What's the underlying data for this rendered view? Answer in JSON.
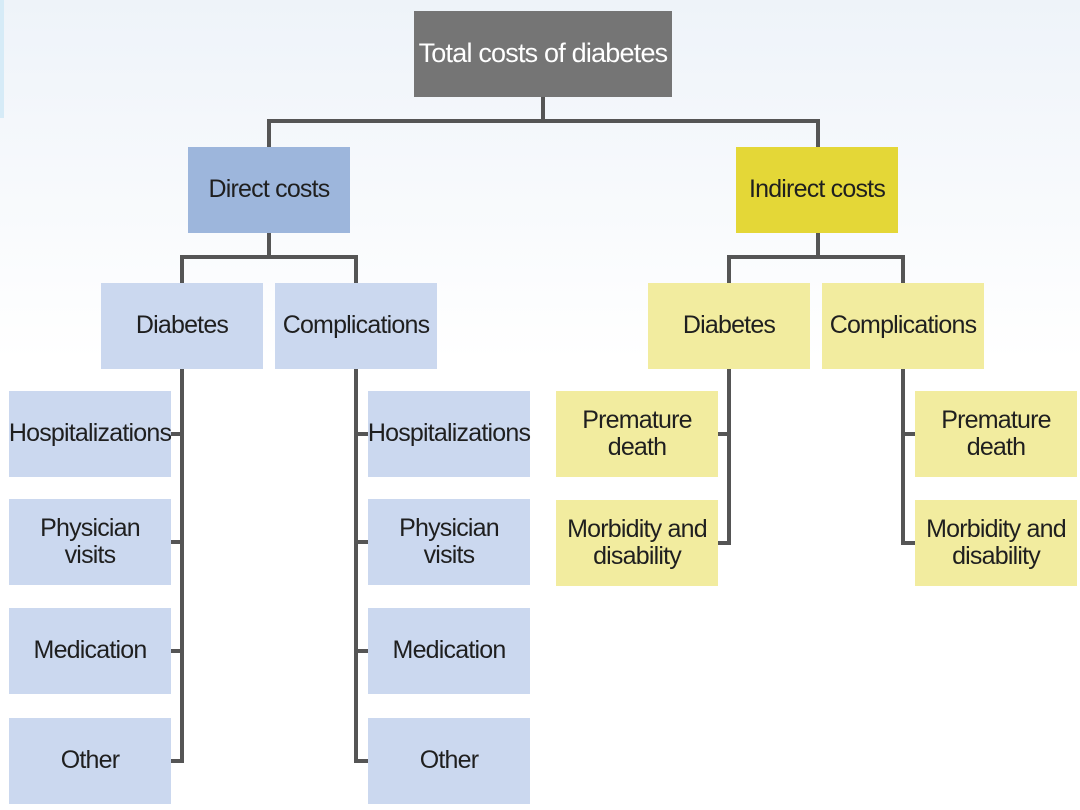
{
  "diagram": {
    "root": {
      "label": "Total costs of diabetes"
    },
    "direct": {
      "label": "Direct costs",
      "diabetes": {
        "label": "Diabetes",
        "items": [
          "Hospitalizations",
          "Physician visits",
          "Medication",
          "Other"
        ]
      },
      "complications": {
        "label": "Complications",
        "items": [
          "Hospitalizations",
          "Physician visits",
          "Medication",
          "Other"
        ]
      }
    },
    "indirect": {
      "label": "Indirect costs",
      "diabetes": {
        "label": "Diabetes",
        "items": [
          "Premature death",
          "Morbidity and disability"
        ]
      },
      "complications": {
        "label": "Complications",
        "items": [
          "Premature death",
          "Morbidity and disability"
        ]
      }
    }
  },
  "colors": {
    "root": "#757575",
    "direct_header": "#9db6dc",
    "direct_node": "#cbd8ef",
    "indirect_header": "#e4d737",
    "indirect_node": "#f2ec9f",
    "connector": "#555555"
  }
}
